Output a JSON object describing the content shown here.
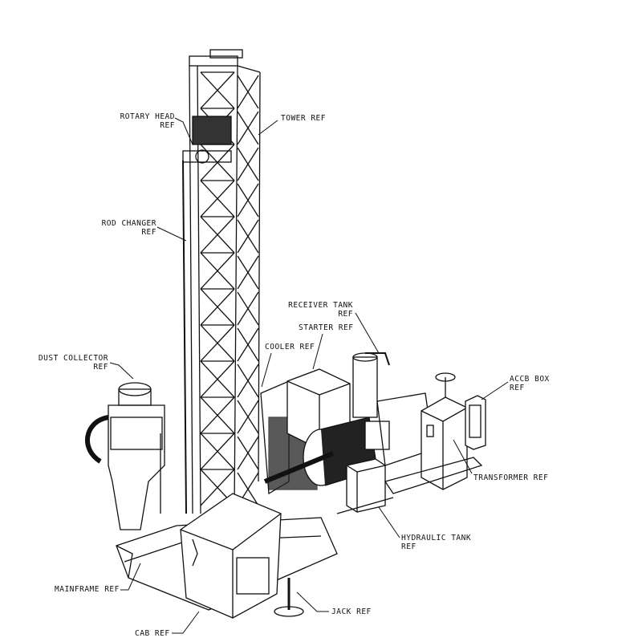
{
  "labels": {
    "rotary_head": {
      "line1": "ROTARY HEAD",
      "line2": "REF"
    },
    "tower": {
      "line1": "TOWER REF"
    },
    "rod_changer": {
      "line1": "ROD CHANGER",
      "line2": "REF"
    },
    "receiver_tank": {
      "line1": "RECEIVER TANK",
      "line2": "REF"
    },
    "starter": {
      "line1": "STARTER REF"
    },
    "cooler": {
      "line1": "COOLER REF"
    },
    "dust_collector": {
      "line1": "DUST COLLECTOR",
      "line2": "REF"
    },
    "accb_box": {
      "line1": "ACCB BOX",
      "line2": "REF"
    },
    "transformer": {
      "line1": "TRANSFORMER REF"
    },
    "hydraulic_tank": {
      "line1": "HYDRAULIC TANK",
      "line2": "REF"
    },
    "mainframe": {
      "line1": "MAINFRAME REF"
    },
    "jack": {
      "line1": "JACK REF"
    },
    "cab": {
      "line1": "CAB REF"
    }
  },
  "colors": {
    "line": "#111111",
    "background": "#ffffff"
  }
}
